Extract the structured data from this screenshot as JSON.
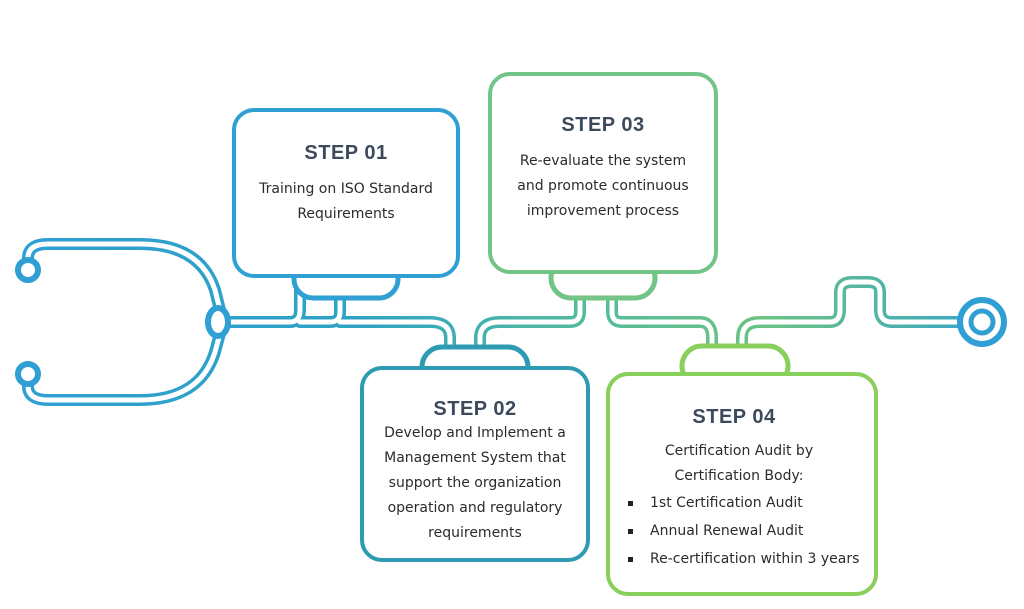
{
  "colors": {
    "step01": "#2f9fd4",
    "step02": "#2e9bb3",
    "step03": "#73c487",
    "step04": "#88cf5c",
    "tube_inner": "#ffffff"
  },
  "steps": [
    {
      "title": "STEP 01",
      "lines": [
        "Training on ISO Standard",
        "Requirements"
      ]
    },
    {
      "title": "STEP 02",
      "lines": [
        "Develop and Implement a",
        "Management System that",
        "support the organization",
        "operation and regulatory",
        "requirements"
      ]
    },
    {
      "title": "STEP 03",
      "lines": [
        "Re-evaluate the system",
        "and promote continuous",
        "improvement process"
      ]
    },
    {
      "title": "STEP 04",
      "lines": [
        "Certification Audit by",
        "Certification Body:"
      ],
      "bullets": [
        "1st Certification Audit",
        "Annual Renewal Audit",
        "Re-certification within 3 years"
      ]
    }
  ]
}
